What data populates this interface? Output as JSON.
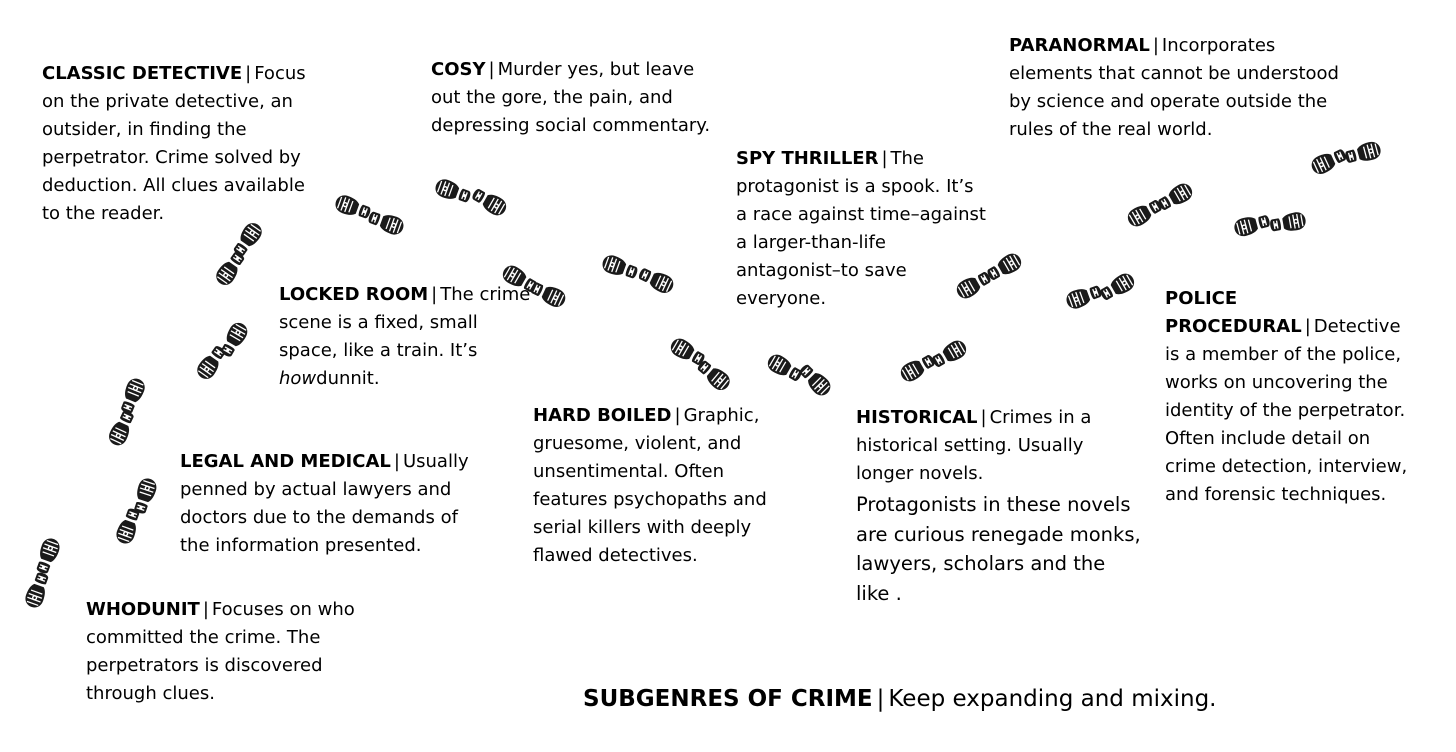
{
  "title": {
    "name": "SUBGENRES OF CRIME",
    "separator": "|",
    "subtitle": "Keep expanding and mixing."
  },
  "genres": {
    "classic_detective": {
      "name": "CLASSIC DETECTIVE",
      "separator": "|",
      "description": "Focus on the private detective, an outsider, in finding the perpetrator. Crime solved by deduction. All clues available to the reader."
    },
    "cosy": {
      "name": "COSY",
      "separator": "|",
      "description": "Murder yes, but leave out the gore, the pain, and depressing social commentary."
    },
    "paranormal": {
      "name": "PARANORMAL",
      "separator": "|",
      "description": "Incorporates elements that cannot be understood by science and operate outside the rules of the real world."
    },
    "spy_thriller": {
      "name": "SPY THRILLER",
      "separator": "|",
      "description": "The protagonist is a spook. It’s a race against time–against a larger-than-life antagonist–to save everyone."
    },
    "locked_room": {
      "name": "LOCKED ROOM",
      "separator": "|",
      "description": "The crime scene is a fixed, small space, like a train. It’s",
      "emphasis": "how",
      "description_end": "dunnit."
    },
    "police_procedural": {
      "name": "POLICE PROCEDURAL",
      "separator": "|",
      "description": "Detective is a member of the police, works on uncovering the identity of the perpetrator. Often include detail on crime detection, interview, and forensic techniques."
    },
    "hard_boiled": {
      "name": "HARD BOILED",
      "separator": "|",
      "description": "Graphic, gruesome, violent, and unsentimental. Often features psychopaths and serial killers with deeply flawed detectives."
    },
    "historical": {
      "name": "HISTORICAL",
      "separator": "|",
      "description": "Crimes in a historical setting. Usually longer novels.",
      "description_extra": "Protagonists in these novels are curious renegade monks, lawyers, scholars and the like ."
    },
    "legal_and_medical": {
      "name": "LEGAL AND MEDICAL",
      "separator": "|",
      "description": "Usually penned by actual lawyers and doctors due to the demands of the information presented."
    },
    "whodunit": {
      "name": "WHODUNIT",
      "separator": "|",
      "description": "Focuses on who committed the crime. The perpetrators is discovered through clues."
    }
  },
  "colors": {
    "text": "#000000",
    "footprint": "#1a1a1a",
    "background": "#ffffff"
  },
  "icons": {
    "footprint": "shoe-print-icon"
  }
}
